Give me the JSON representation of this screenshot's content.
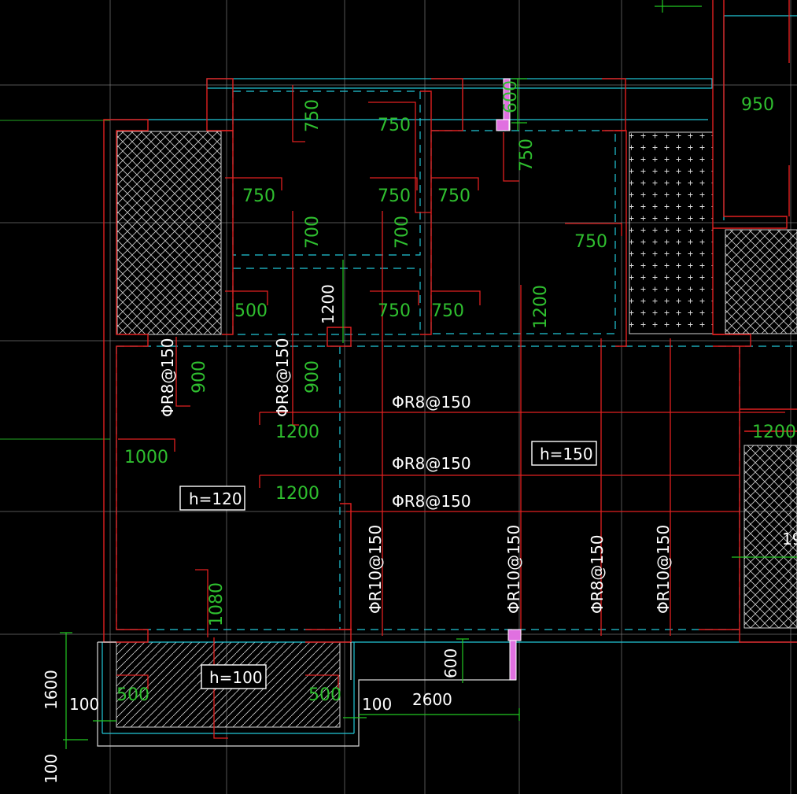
{
  "drawing": {
    "colors": {
      "background": "#000000",
      "wall": "#e02020",
      "outline": "#d8d8d8",
      "slab_edge": "#22c8d8",
      "dimension": "#22c822",
      "text_green": "#2fbf2f",
      "text_white": "#ffffff",
      "highlight": "#e070e0"
    },
    "slab_thickness_labels": [
      "h=120",
      "h=150",
      "h=100"
    ],
    "rebar_labels": {
      "r8_a": "ΦR8@150",
      "r8_b": "ΦR8@150",
      "r8_c": "ΦR8@150",
      "r8_v1": "ΦR8@150",
      "r8_v2": "ΦR8@150",
      "r8_v3": "ΦR8@150",
      "r10_v1": "ΦR10@150",
      "r10_v2": "ΦR10@150",
      "r10_v3": "ΦR10@150"
    },
    "green_dims": {
      "d750_top_v": "750",
      "d750_top_h": "750",
      "d600_top": "600",
      "d750_mid_v": "750",
      "d950": "950",
      "d750_a": "750",
      "d750_b": "750",
      "d750_c": "750",
      "d750_right": "750",
      "d700_a": "700",
      "d700_b": "700",
      "d500_a": "500",
      "d750_d": "750",
      "d750_e": "750",
      "d1200_v": "1200",
      "d900_a": "900",
      "d900_b": "900",
      "d1200_a": "1200",
      "d1200_b": "1200",
      "d1200_right": "1200",
      "d1000": "1000",
      "d1080": "1080",
      "d500_b": "500",
      "d500_c": "500"
    },
    "white_dims": {
      "d1200_vert": "1200",
      "d600_bot": "600",
      "d2600": "2600",
      "d100_a": "100",
      "d100_b": "100",
      "d1600": "1600",
      "d100_c": "100",
      "d19": "19"
    }
  }
}
